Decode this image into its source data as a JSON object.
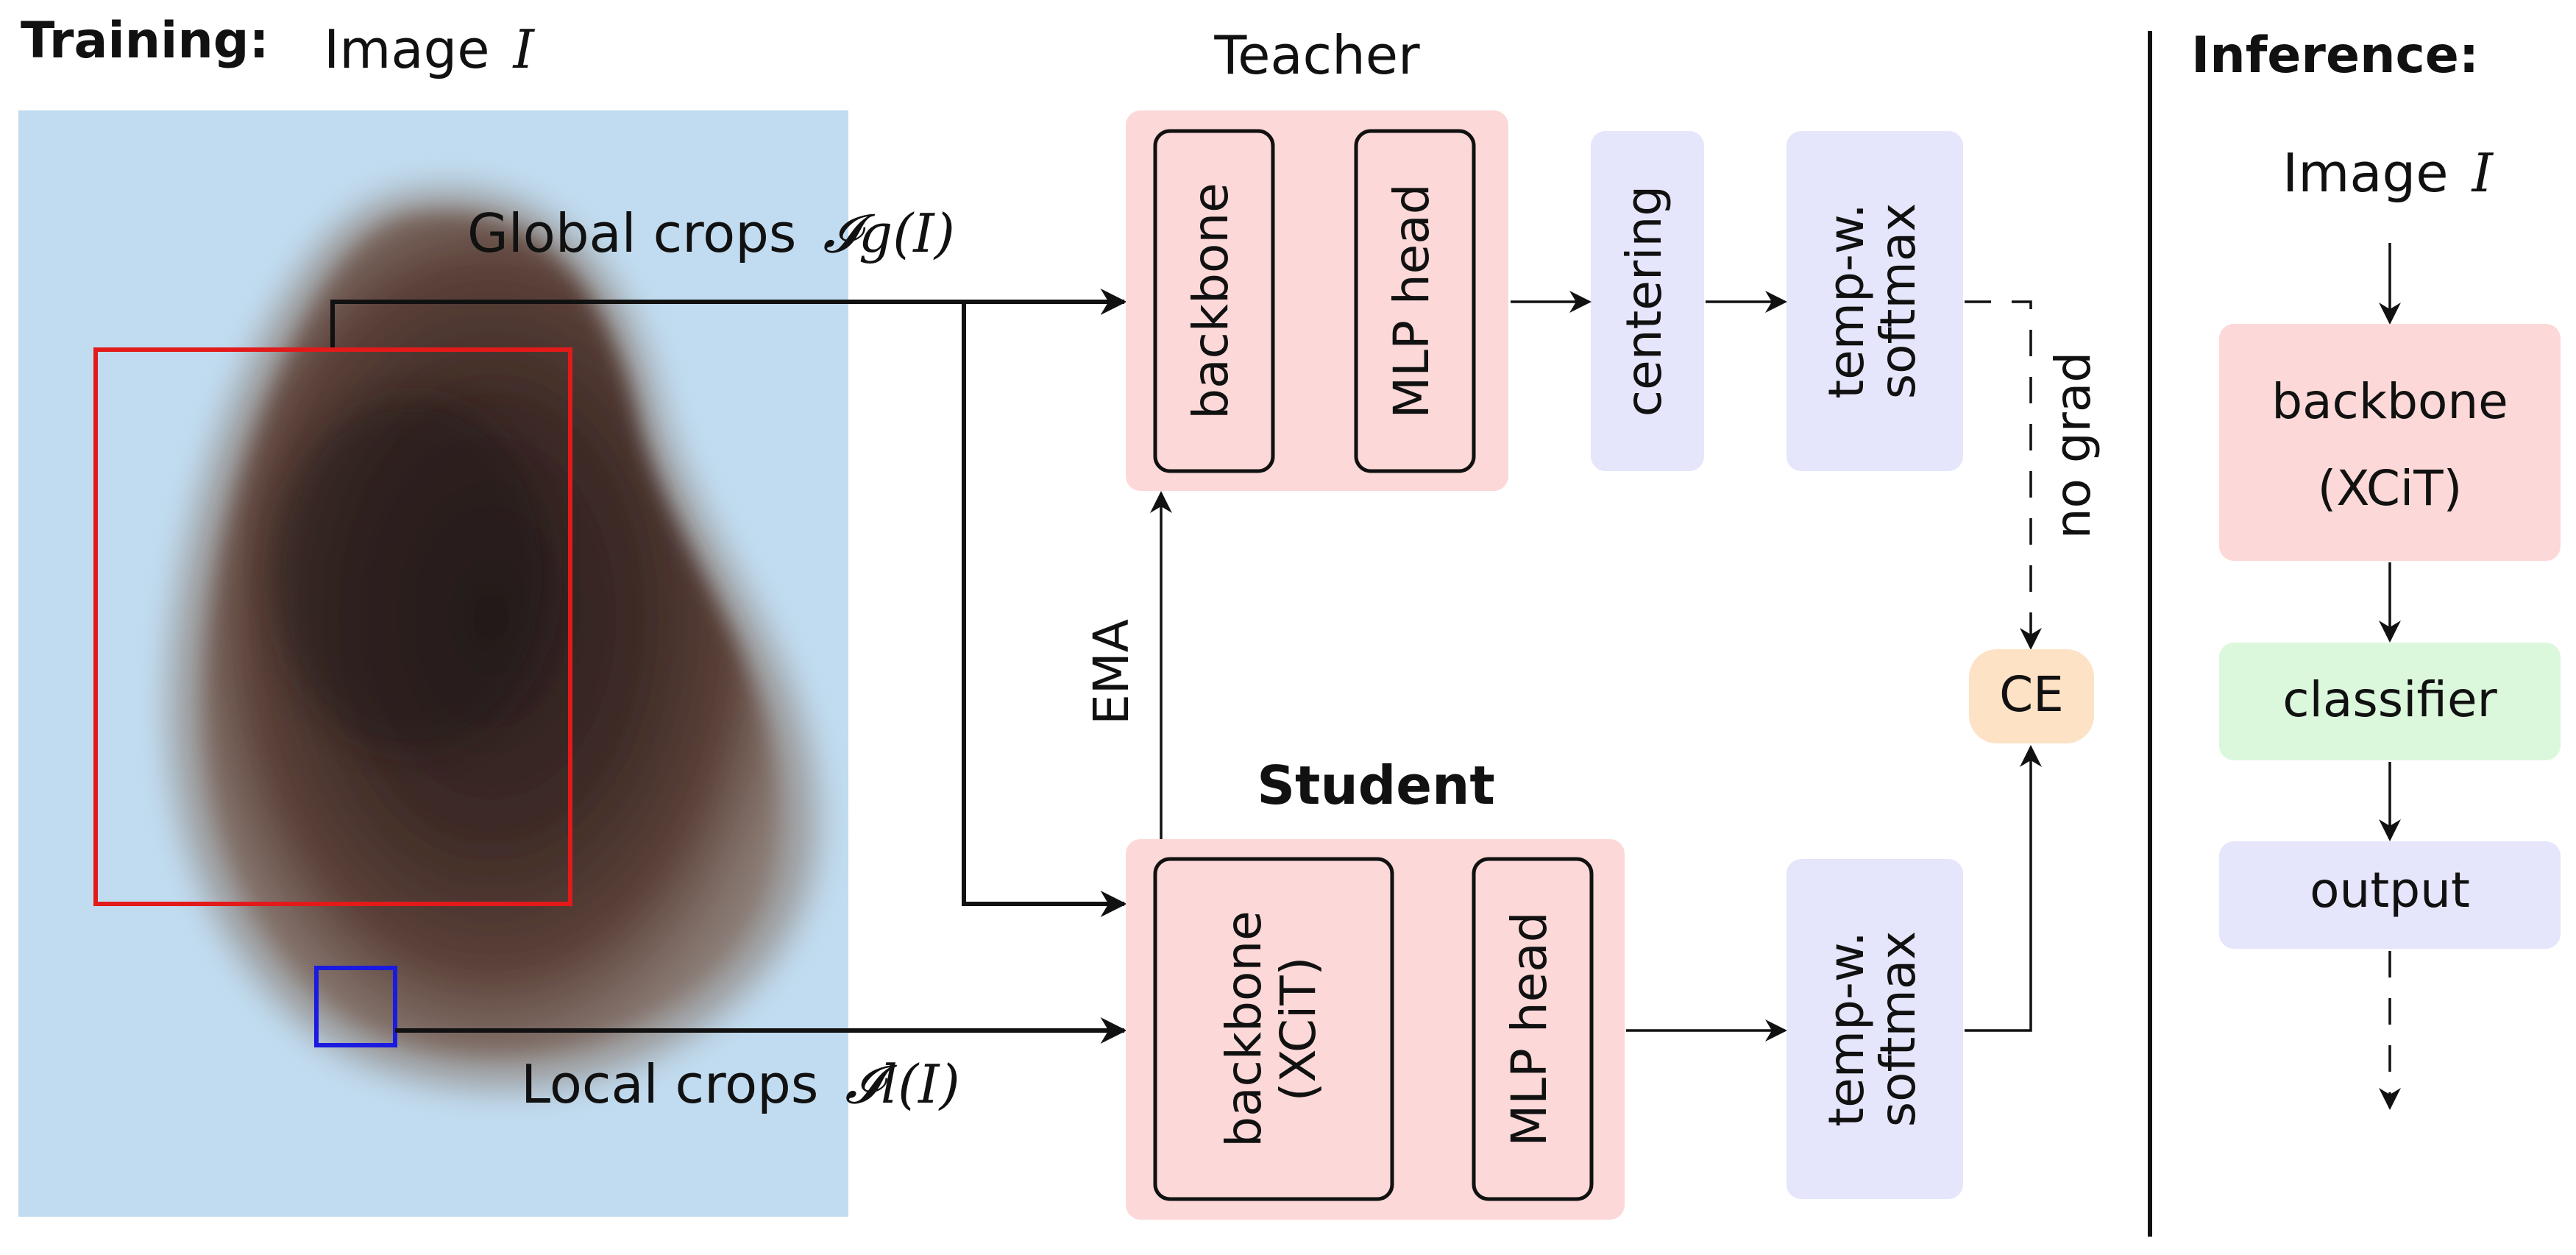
{
  "training": {
    "title": "Training:",
    "image_label": "Image",
    "image_var": "I",
    "global_crops": "Global crops",
    "global_math": "𝓘g(I)",
    "local_crops": "Local crops",
    "local_math": "𝓘l(I)"
  },
  "teacher": {
    "title": "Teacher",
    "backbone": "backbone",
    "mlp_head": "MLP head",
    "centering": "centering",
    "softmax_line1": "temp-w.",
    "softmax_line2": "softmax",
    "no_grad": "no grad"
  },
  "ema": "EMA",
  "student": {
    "title": "Student",
    "backbone": "backbone",
    "backbone_sub": "(XCiT)",
    "mlp_head": "MLP head",
    "softmax_line1": "temp-w.",
    "softmax_line2": "softmax"
  },
  "ce": "CE",
  "inference": {
    "title": "Inference:",
    "image_label": "Image",
    "image_var": "I",
    "backbone": "backbone",
    "backbone_sub": "(XCiT)",
    "classifier": "classifier",
    "output": "output"
  },
  "colors": {
    "pink": "#fcd8d8",
    "lavender": "#e5e5fb",
    "green": "#dcf8dc",
    "peach": "#fde2c6",
    "photo_bg": "#bcd8ee",
    "global_box": "#e31a1a",
    "local_box": "#1a1ae0"
  }
}
